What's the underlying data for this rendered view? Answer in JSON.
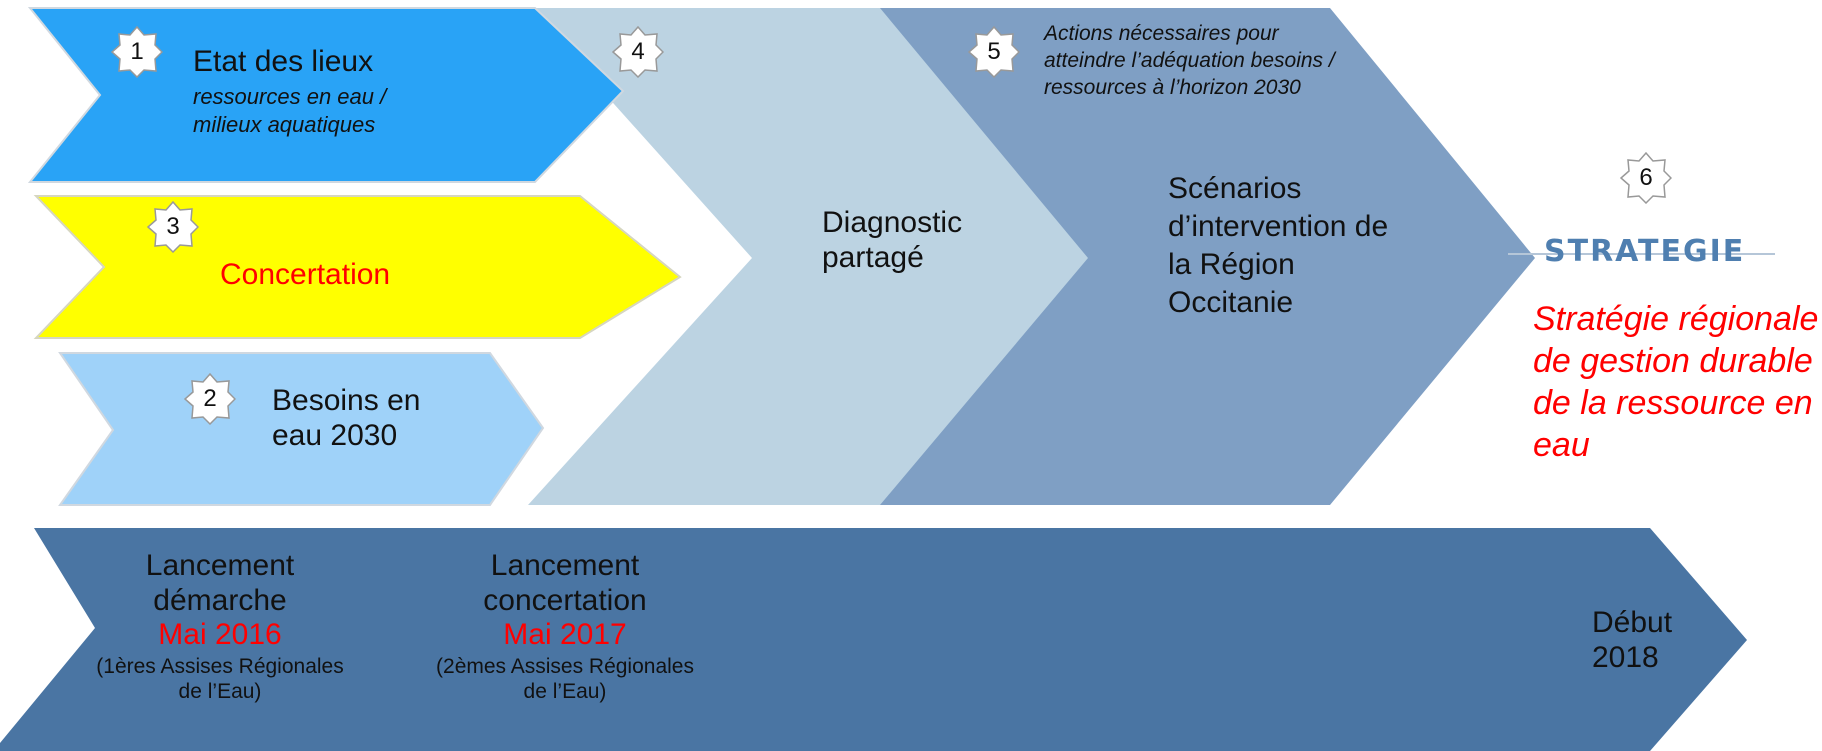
{
  "steps": {
    "s1": {
      "number": "1",
      "title": "Etat des lieux",
      "subtitle": "ressources en eau / milieux aquatiques",
      "color": "#29a3f6"
    },
    "s2": {
      "number": "2",
      "title": "Besoins en eau 2030",
      "color": "#9fd2f9"
    },
    "s3": {
      "number": "3",
      "title": "Concertation",
      "color": "#ffff00",
      "title_color": "#ff0000"
    },
    "s4": {
      "number": "4",
      "title": "Diagnostic partagé",
      "color": "#bcd3e2"
    },
    "s5": {
      "number": "5",
      "note": "Actions nécessaires pour atteindre l’adéquation besoins / ressources à l’horizon 2030",
      "title": "Scénarios d’intervention de la Région Occitanie",
      "color": "#7f9fc4"
    },
    "s6": {
      "number": "6",
      "logo_text": "STRATEGIE",
      "title": "Stratégie régionale de gestion durable de la ressource en eau",
      "title_color": "#ff0000"
    }
  },
  "timeline": {
    "color": "#4a75a3",
    "m1": {
      "label": "Lancement démarche",
      "date": "Mai 2016",
      "note": "(1ères Assises Régionales de l’Eau)"
    },
    "m2": {
      "label": "Lancement concertation",
      "date": "Mai 2017",
      "note": "(2èmes Assises Régionales de l’Eau)"
    },
    "m3": {
      "label": "Début 2018"
    }
  }
}
